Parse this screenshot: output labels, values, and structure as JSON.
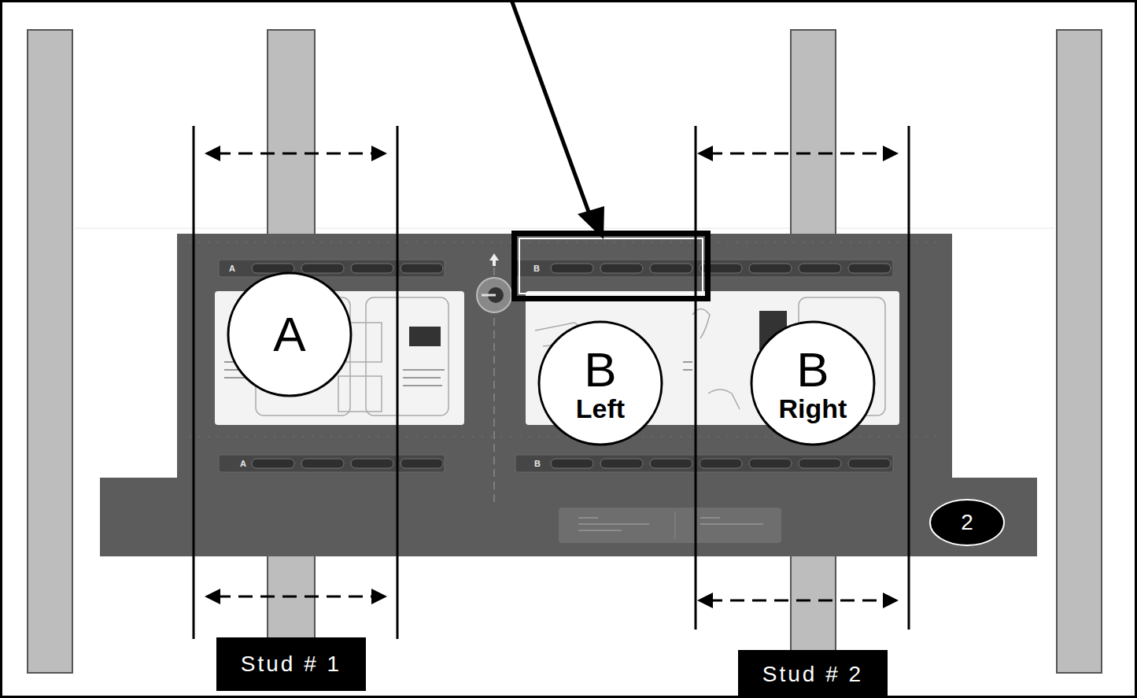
{
  "diagram": {
    "nodes": [
      {
        "text": [
          "A"
        ]
      },
      {
        "text": [
          "B",
          "Left"
        ]
      },
      {
        "text": [
          "B",
          "Right"
        ]
      },
      {
        "text": [
          "2"
        ]
      },
      {
        "text": [
          "Stud # 1"
        ]
      },
      {
        "text": [
          "Stud # 2"
        ]
      }
    ],
    "labels": [
      "A",
      "B",
      "A",
      "B"
    ]
  }
}
